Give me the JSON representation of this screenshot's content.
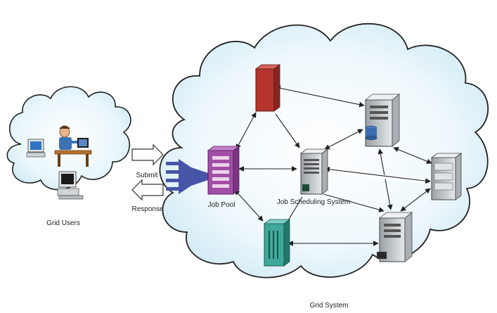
{
  "labels": {
    "grid_users": "Grid Users",
    "submit": "Submit",
    "response": "Response",
    "job_pool": "Job Pool",
    "job_scheduling_system": "Job Scheduling System",
    "grid_system": "Grid System"
  },
  "colors": {
    "cloud_fill": "#d7eef7",
    "cloud_inner": "#ffffff",
    "cloud_stroke": "#222222",
    "job_pool": "#a24ea6",
    "red_server": "#b5342d",
    "teal_server": "#3ea99a",
    "funnel": "#4655a8",
    "server_gray": "#c9ced2",
    "link": "#222222"
  },
  "icons": {
    "user": "person-at-desk-icon",
    "computer": "computer-icon",
    "funnel": "funnel-icon",
    "server": "server-icon",
    "database": "database-icon",
    "arrow": "hollow-arrow-icon"
  }
}
